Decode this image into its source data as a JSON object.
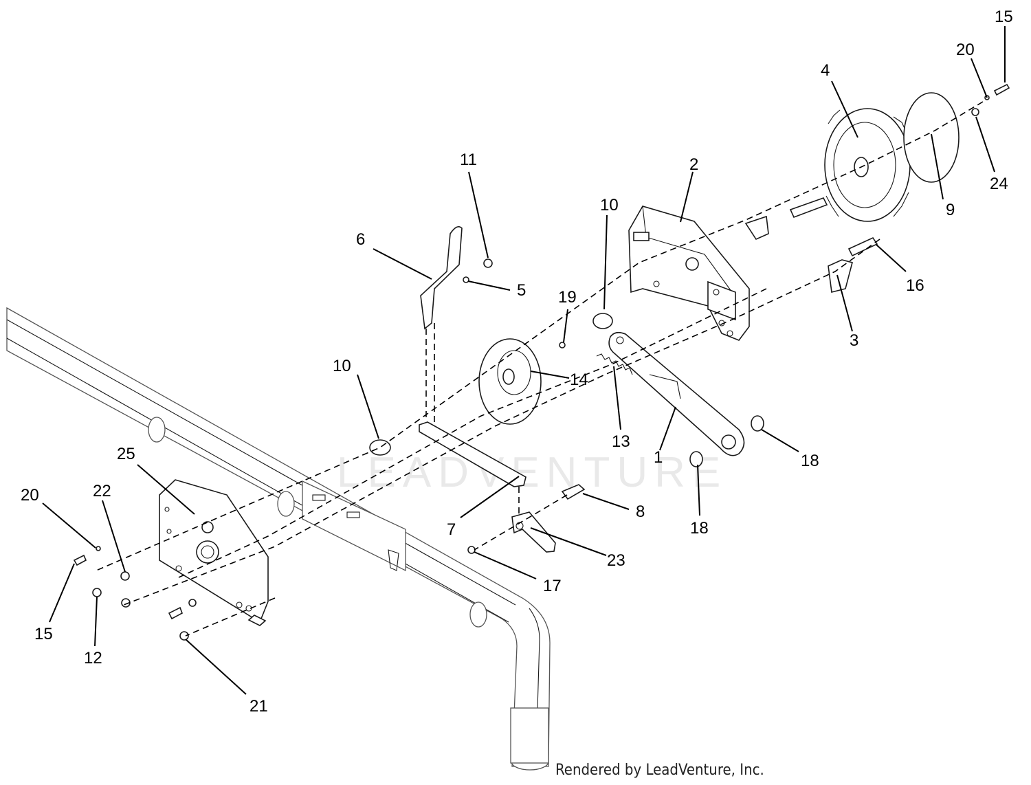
{
  "watermark": "LEADVENTURE",
  "credit": "Rendered by LeadVenture, Inc.",
  "callouts": [
    {
      "id": "c15a",
      "label": "15"
    },
    {
      "id": "c20a",
      "label": "20"
    },
    {
      "id": "c4",
      "label": "4"
    },
    {
      "id": "c24",
      "label": "24"
    },
    {
      "id": "c9",
      "label": "9"
    },
    {
      "id": "c2",
      "label": "2"
    },
    {
      "id": "c10a",
      "label": "10"
    },
    {
      "id": "c11",
      "label": "11"
    },
    {
      "id": "c6",
      "label": "6"
    },
    {
      "id": "c5",
      "label": "5"
    },
    {
      "id": "c19",
      "label": "19"
    },
    {
      "id": "c16",
      "label": "16"
    },
    {
      "id": "c3",
      "label": "3"
    },
    {
      "id": "c14",
      "label": "14"
    },
    {
      "id": "c13",
      "label": "13"
    },
    {
      "id": "c10b",
      "label": "10"
    },
    {
      "id": "c1",
      "label": "1"
    },
    {
      "id": "c18a",
      "label": "18"
    },
    {
      "id": "c18b",
      "label": "18"
    },
    {
      "id": "c25",
      "label": "25"
    },
    {
      "id": "c7",
      "label": "7"
    },
    {
      "id": "c8",
      "label": "8"
    },
    {
      "id": "c20b",
      "label": "20"
    },
    {
      "id": "c22",
      "label": "22"
    },
    {
      "id": "c23",
      "label": "23"
    },
    {
      "id": "c17",
      "label": "17"
    },
    {
      "id": "c15b",
      "label": "15"
    },
    {
      "id": "c12",
      "label": "12"
    },
    {
      "id": "c21",
      "label": "21"
    }
  ]
}
